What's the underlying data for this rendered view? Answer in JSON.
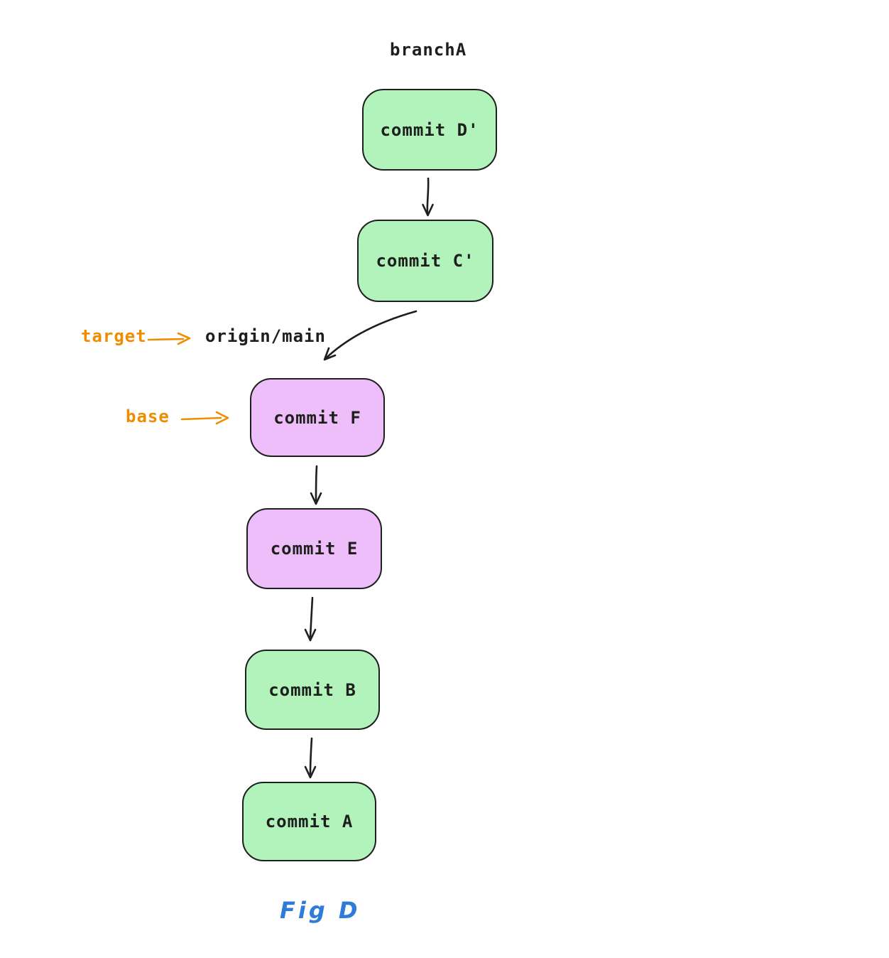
{
  "diagram": {
    "branch_label": "branchA",
    "ref_label": "origin/main",
    "caption": "Fig D",
    "commits": [
      {
        "id": "D'",
        "label": "commit D'",
        "color_role": "green"
      },
      {
        "id": "C'",
        "label": "commit C'",
        "color_role": "green"
      },
      {
        "id": "F",
        "label": "commit F",
        "color_role": "purple"
      },
      {
        "id": "E",
        "label": "commit E",
        "color_role": "purple"
      },
      {
        "id": "B",
        "label": "commit B",
        "color_role": "green"
      },
      {
        "id": "A",
        "label": "commit A",
        "color_role": "green"
      }
    ],
    "edges": [
      {
        "from": "commit D'",
        "to": "commit C'"
      },
      {
        "from": "commit C'",
        "to": "commit F"
      },
      {
        "from": "commit F",
        "to": "commit E"
      },
      {
        "from": "commit E",
        "to": "commit B"
      },
      {
        "from": "commit B",
        "to": "commit A"
      }
    ],
    "annotations": [
      {
        "label": "target",
        "points_to": "origin/main"
      },
      {
        "label": "base",
        "points_to": "commit F"
      }
    ]
  },
  "colors": {
    "ink": "#1e1e1e",
    "green": "#b2f2bb",
    "purple": "#eebefa",
    "orange": "#f08c00",
    "blue": "#2f7bd9",
    "background": "#ffffff"
  }
}
